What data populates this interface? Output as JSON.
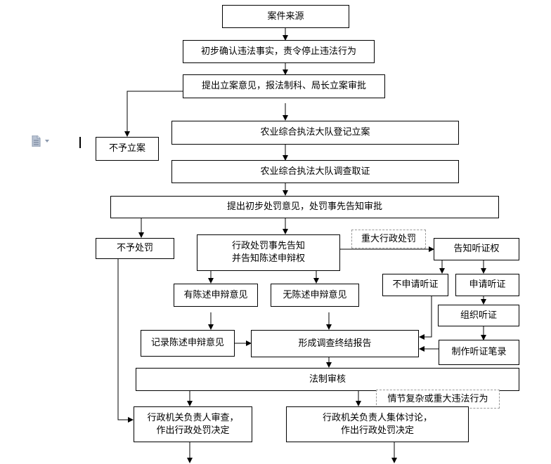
{
  "nodes": {
    "case_source": "案件来源",
    "preliminary_confirm": "初步确认违法事实，责令停止违法行为",
    "filing_opinion": "提出立案意见，报法制科、局长立案审批",
    "not_file": "不予立案",
    "register_case": "农业综合执法大队登记立案",
    "investigate": "农业综合执法大队调查取证",
    "penalty_opinion": "提出初步处罚意见，处罚事先告知审批",
    "no_penalty": "不予处罚",
    "prior_notice_line1": "行政处罚事先告知",
    "prior_notice_line2": "并告知陈述申辩权",
    "major_penalty": "重大行政处罚",
    "notify_hearing": "告知听证权",
    "has_statement": "有陈述申辩意见",
    "no_statement": "无陈述申辩意见",
    "no_hearing_request": "不申请听证",
    "request_hearing": "申请听证",
    "organize_hearing": "组织听证",
    "record_statement": "记录陈述申辩意见",
    "final_report": "形成调查终结报告",
    "hearing_transcript": "制作听证笔录",
    "legal_review": "法制审核",
    "complex_case": "情节复杂或重大违法行为",
    "head_review_line1": "行政机关负责人审查，",
    "head_review_line2": "作出行政处罚决定",
    "collective_line1": "行政机关负责人集体讨论，",
    "collective_line2": "作出行政处罚决定"
  },
  "icons": {
    "document": "document-icon",
    "cursor": "text-cursor"
  },
  "colors": {
    "line": "#000000",
    "dashed_border": "#999999",
    "icon": "#8a98ad"
  }
}
